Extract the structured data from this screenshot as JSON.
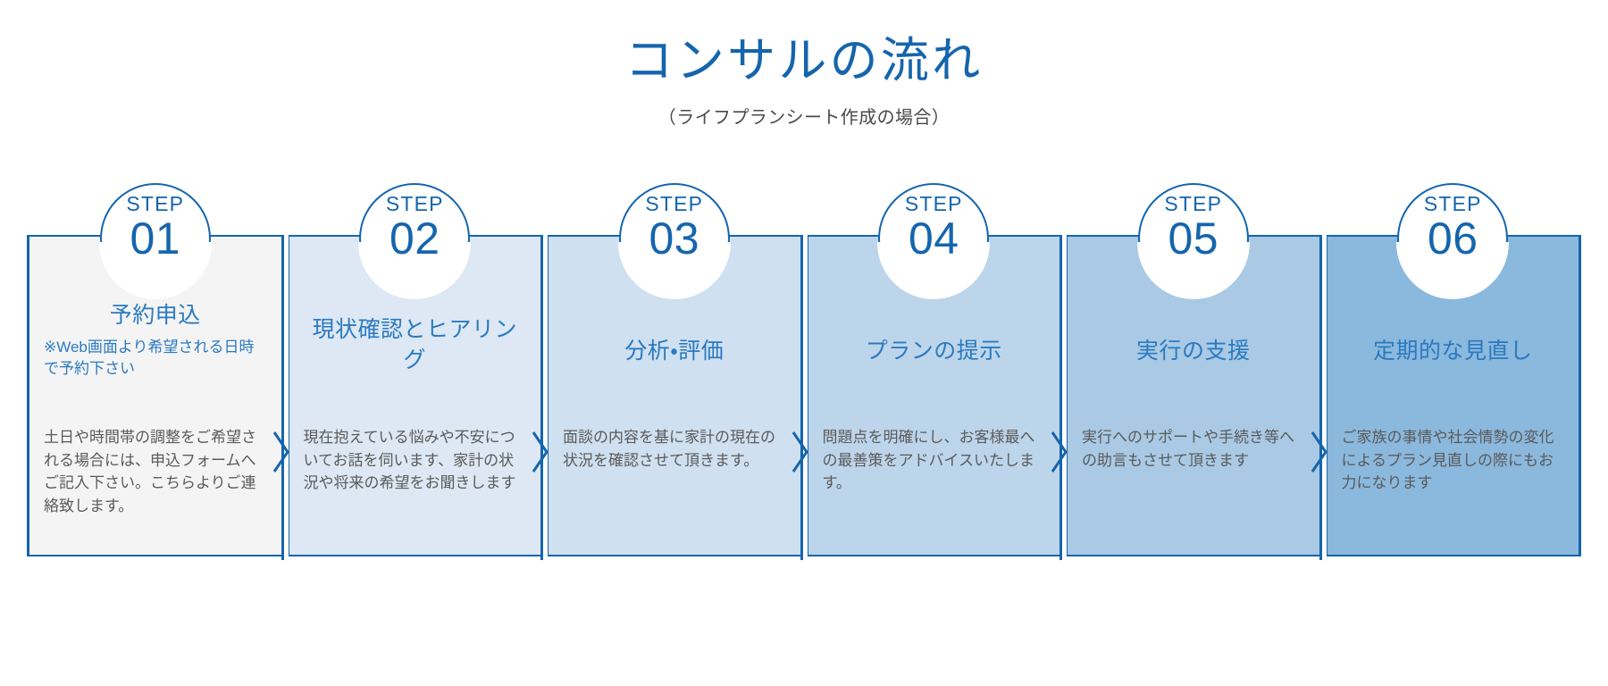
{
  "header": {
    "title": "コンサルの流れ",
    "subtitle": "（ライフプランシート作成の場合）"
  },
  "colors": {
    "accent_blue": "#1565ad",
    "title_blue": "#2a7ac0",
    "body_gray": "#5a5a5a",
    "card_fills": [
      "#f4f4f4",
      "#dde8f4",
      "#cfe0f0",
      "#bdd5ea",
      "#a9c9e4",
      "#8bb8dd"
    ]
  },
  "steps": [
    {
      "badge_label": "STEP",
      "number": "01",
      "title": "予約申込",
      "note": "※Web画面より希望される日時で予約下さい",
      "description": "土日や時間帯の調整をご希望される場合には、申込フォームへご記入下さい。こちらよりご連絡致します。"
    },
    {
      "badge_label": "STEP",
      "number": "02",
      "title": "現状確認とヒアリング",
      "note": "",
      "description": "現在抱えている悩みや不安についてお話を伺います、家計の状況や将来の希望をお聞きします"
    },
    {
      "badge_label": "STEP",
      "number": "03",
      "title": "分析・評価",
      "note": "",
      "description": "面談の内容を基に家計の現在の状況を確認させて頂きます。"
    },
    {
      "badge_label": "STEP",
      "number": "04",
      "title": "プランの提示",
      "note": "",
      "description": "問題点を明確にし、お客様最への最善策をアドバイスいたします。"
    },
    {
      "badge_label": "STEP",
      "number": "05",
      "title": "実行の支援",
      "note": "",
      "description": "実行へのサポートや手続き等への助言もさせて頂きます"
    },
    {
      "badge_label": "STEP",
      "number": "06",
      "title": "定期的な見直し",
      "note": "",
      "description": "ご家族の事情や社会情勢の変化によるプラン見直しの際にもお力になります"
    }
  ]
}
